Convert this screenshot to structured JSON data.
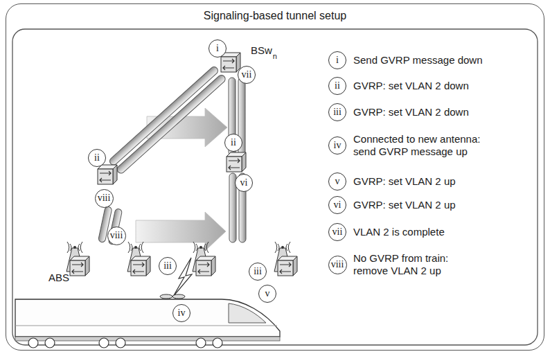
{
  "diagram": {
    "nodes": [
      {
        "text": [
          "Signaling-based tunnel setup"
        ]
      },
      {
        "text": [
          "i"
        ],
        "in": 0
      },
      {
        "text": [
          "vii"
        ],
        "in": 0
      },
      {
        "text": [
          "ii"
        ],
        "in": 0
      },
      {
        "text": [
          "ii"
        ],
        "in": 0
      },
      {
        "text": [
          "viii"
        ],
        "in": 0
      },
      {
        "text": [
          "vi"
        ],
        "in": 0
      },
      {
        "text": [
          "viii"
        ],
        "in": 0
      },
      {
        "text": [
          "iii"
        ],
        "in": 0
      },
      {
        "text": [
          "iii"
        ],
        "in": 0
      },
      {
        "text": [
          "iv"
        ],
        "in": 0
      },
      {
        "text": [
          "v"
        ],
        "in": 0
      },
      {
        "text": [
          "i"
        ],
        "in": 0
      },
      {
        "text": [
          "ii"
        ],
        "in": 0
      },
      {
        "text": [
          "iii"
        ],
        "in": 0
      },
      {
        "text": [
          "iv"
        ],
        "in": 0
      },
      {
        "text": [
          "v"
        ],
        "in": 0
      },
      {
        "text": [
          "vi"
        ],
        "in": 0
      },
      {
        "text": [
          "vii"
        ],
        "in": 0
      },
      {
        "text": [
          "viii"
        ],
        "in": 0
      }
    ],
    "labels": [
      "BSw",
      "n",
      "ABS",
      "Send GVRP message down",
      "GVRP: set VLAN 2 down",
      "GVRP: set VLAN 2 down",
      "Connected to new antenna: send GVRP message up",
      "GVRP: set VLAN 2 up",
      "GVRP: set VLAN 2 up",
      "VLAN 2 is complete",
      "No GVRP from train: remove VLAN 2 up"
    ]
  }
}
